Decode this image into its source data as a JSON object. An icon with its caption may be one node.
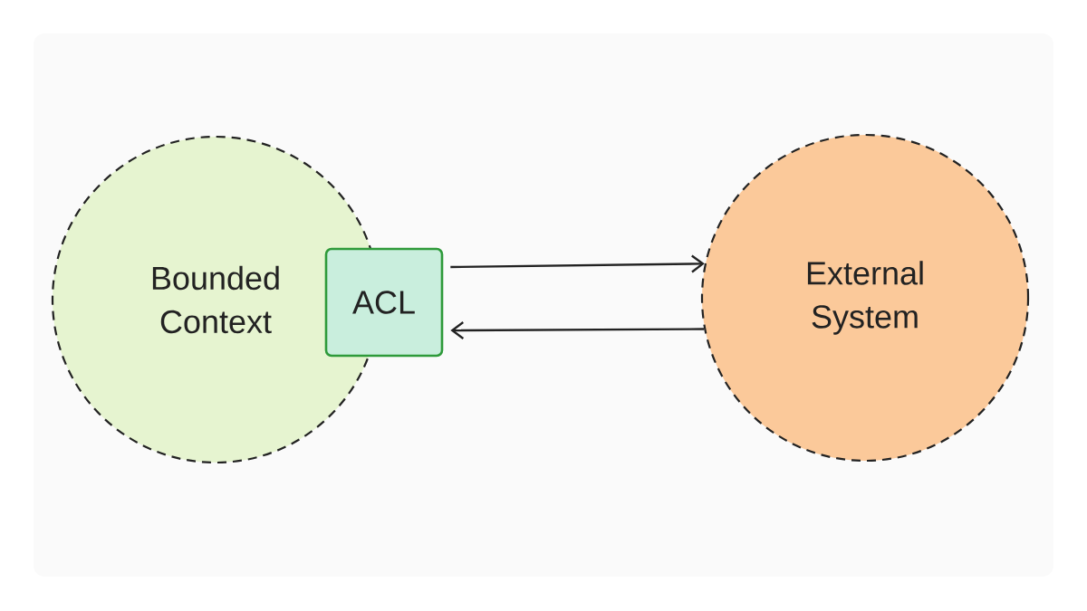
{
  "diagram": {
    "nodes": [
      {
        "text": [
          "Bounded Context"
        ]
      },
      {
        "text": [
          "ACL"
        ]
      },
      {
        "text": [
          "External System"
        ]
      }
    ],
    "edges": [
      {
        "from": 1,
        "to": 2,
        "arrow": "to"
      },
      {
        "from": 2,
        "to": 1,
        "arrow": "to"
      }
    ]
  }
}
